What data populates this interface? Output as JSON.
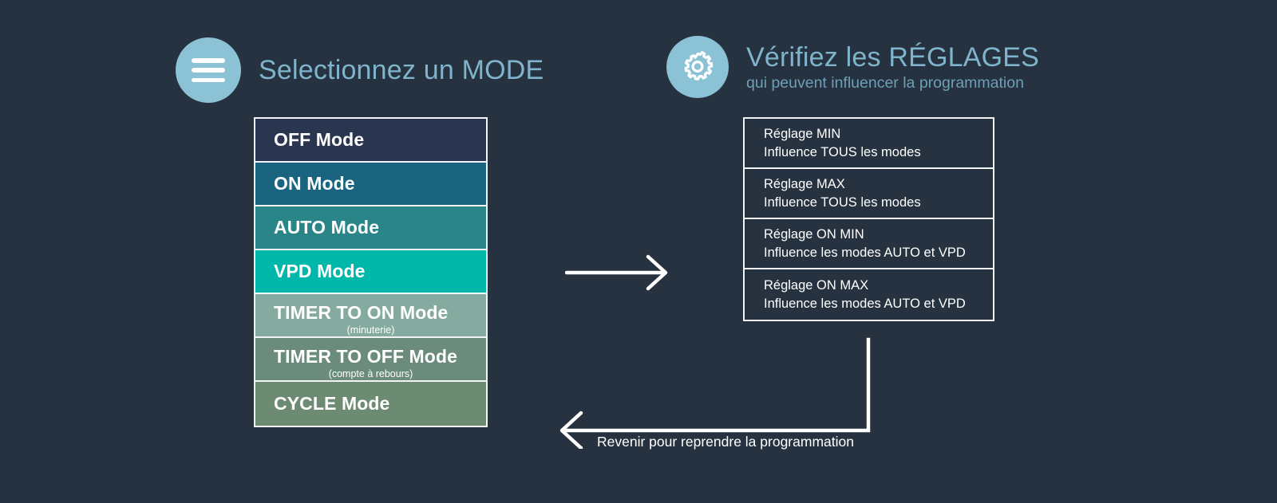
{
  "canvas": {
    "background_color": "#26323f"
  },
  "palette": {
    "accent_circle": "#8cc2d6",
    "heading_text": "#7fb5cc",
    "subheading_text": "#6f9fb5",
    "border_white": "#f2f4f5",
    "text_white": "#ffffff"
  },
  "sections": {
    "modes": {
      "icon": "hamburger-menu-icon",
      "title": "Selectionnez un MODE",
      "subtitle": ""
    },
    "settings": {
      "icon": "gear-icon",
      "title": "Vérifiez les RÉGLAGES",
      "subtitle": "qui peuvent influencer la programmation"
    }
  },
  "modes": [
    {
      "label": "OFF Mode",
      "sub": "",
      "color": "#2a3650"
    },
    {
      "label": "ON Mode",
      "sub": "",
      "color": "#1b6480"
    },
    {
      "label": "AUTO Mode",
      "sub": "",
      "color": "#2a8589"
    },
    {
      "label": "VPD Mode",
      "sub": "",
      "color": "#00b8a9"
    },
    {
      "label": "TIMER TO ON Mode",
      "sub": "(minuterie)",
      "color": "#85aba1"
    },
    {
      "label": "TIMER TO OFF Mode",
      "sub": "(compte à rebours)",
      "color": "#6b8b7d"
    },
    {
      "label": "CYCLE Mode",
      "sub": "",
      "color": "#6d8b73"
    }
  ],
  "settings": [
    {
      "title": "Réglage MIN",
      "desc": "Influence TOUS les modes"
    },
    {
      "title": "Réglage MAX",
      "desc": "Influence TOUS les modes"
    },
    {
      "title": "Réglage ON MIN",
      "desc": "Influence les modes AUTO et VPD"
    },
    {
      "title": "Réglage ON MAX",
      "desc": "Influence les modes AUTO et VPD"
    }
  ],
  "flow": {
    "forward_arrow": "arrow-right-icon",
    "return_arrow": "arrow-left-icon",
    "return_label": "Revenir pour reprendre la programmation"
  }
}
